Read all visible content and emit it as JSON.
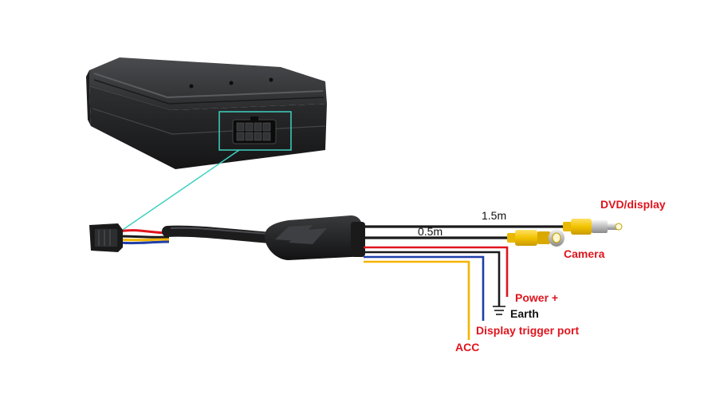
{
  "diagram": {
    "lengths": {
      "long_cable": "1.5m",
      "short_cable": "0.5m"
    },
    "labels": {
      "dvd_display": "DVD/display",
      "camera": "Camera",
      "power": "Power +",
      "earth": "Earth",
      "display_trigger": "Display trigger port",
      "acc": "ACC"
    },
    "colors": {
      "label_red": "#e0141e",
      "label_black": "#111111",
      "wire_red": "#e0141e",
      "wire_black": "#1a1a1a",
      "wire_blue": "#1f3ea8",
      "wire_yellow": "#f4b400",
      "rca_yellow": "#f2c200",
      "highlight_cyan": "#3fd1c0",
      "device_body": "#2a2b2d"
    },
    "icons": [
      "control-box",
      "harness-connector",
      "rca-plug",
      "ground-symbol"
    ]
  }
}
